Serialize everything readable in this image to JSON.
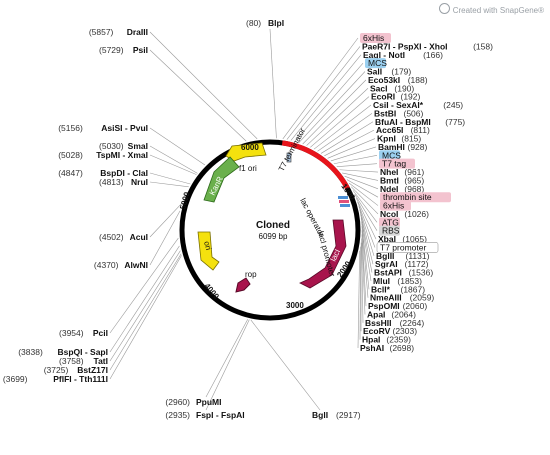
{
  "watermark": "Created with SnapGene®",
  "plasmid": {
    "name": "Cloned",
    "size": "6099 bp"
  },
  "ticks": [
    "1000",
    "2000",
    "3000",
    "4000",
    "5000",
    "6000"
  ],
  "features": {
    "kanr": "KanR",
    "f1ori": "f1 ori",
    "ori": "ori",
    "rop": "rop",
    "laci": "lacI",
    "laci_promoter": "lacI promoter",
    "t7term": "T7 terminator",
    "lac_operator": "lac operator"
  },
  "labels_left": [
    {
      "pos": "(5857)",
      "name": "DraIII"
    },
    {
      "pos": "(5729)",
      "name": "PsiI"
    },
    {
      "pos": "(5156)",
      "name": "AsiSI - PvuI"
    },
    {
      "pos": "(5030)",
      "name": "SmaI"
    },
    {
      "pos": "(5028)",
      "name": "TspMI - XmaI"
    },
    {
      "pos": "(4847)",
      "name": "BspDI - ClaI"
    },
    {
      "pos": "(4813)",
      "name": "NruI"
    },
    {
      "pos": "(4502)",
      "name": "AcuI"
    },
    {
      "pos": "(4370)",
      "name": "AlwNI"
    },
    {
      "pos": "(3954)",
      "name": "PciI"
    },
    {
      "pos": "(3838)",
      "name": "BspQI - SapI"
    },
    {
      "pos": "(3758)",
      "name": "TatI"
    },
    {
      "pos": "(3725)",
      "name": "BstZ17I"
    },
    {
      "pos": "(3699)",
      "name": "PflFI - Tth111I"
    }
  ],
  "labels_bottom": [
    {
      "pos": "(2960)",
      "name": "PpuMI"
    },
    {
      "pos": "(2935)",
      "name": "FspI - FspAI"
    },
    {
      "pos": "(2917)",
      "name": "BglI"
    }
  ],
  "labels_top": [
    {
      "pos": "(80)",
      "name": "BlpI"
    }
  ],
  "labels_right": [
    {
      "name": "6xHis",
      "pos": "",
      "tag": "pink"
    },
    {
      "name": "PaeR7I - PspXI - XhoI",
      "pos": "(158)"
    },
    {
      "name": "EagI - NotI",
      "pos": "(166)"
    },
    {
      "name": "MCS",
      "pos": "",
      "tag": "blue"
    },
    {
      "name": "SalI",
      "pos": "(179)"
    },
    {
      "name": "Eco53kI",
      "pos": "(188)"
    },
    {
      "name": "SacI",
      "pos": "(190)"
    },
    {
      "name": "EcoRI",
      "pos": "(192)"
    },
    {
      "name": "CsiI - SexAI*",
      "pos": "(245)"
    },
    {
      "name": "BstBI",
      "pos": "(506)"
    },
    {
      "name": "BfuAI - BspMI",
      "pos": "(775)"
    },
    {
      "name": "Acc65I",
      "pos": "(811)"
    },
    {
      "name": "KpnI",
      "pos": "(815)"
    },
    {
      "name": "BamHI",
      "pos": "(928)"
    },
    {
      "name": "MCS",
      "pos": "",
      "tag": "blue"
    },
    {
      "name": "T7 tag",
      "pos": "",
      "tag": "pink"
    },
    {
      "name": "NheI",
      "pos": "(961)"
    },
    {
      "name": "BmtI",
      "pos": "(965)"
    },
    {
      "name": "NdeI",
      "pos": "(968)"
    },
    {
      "name": "thrombin site",
      "pos": "",
      "tag": "pink"
    },
    {
      "name": "6xHis",
      "pos": "",
      "tag": "pink"
    },
    {
      "name": "NcoI",
      "pos": "(1026)"
    },
    {
      "name": "ATG",
      "pos": "",
      "tag": "pink"
    },
    {
      "name": "RBS",
      "pos": "",
      "tag": "grey"
    },
    {
      "name": "XbaI",
      "pos": "(1065)"
    },
    {
      "name": "T7 promoter",
      "pos": "",
      "tag": "white"
    },
    {
      "name": "BglII",
      "pos": "(1131)"
    },
    {
      "name": "SgrAI",
      "pos": "(1172)"
    },
    {
      "name": "BstAPI",
      "pos": "(1536)"
    },
    {
      "name": "MluI",
      "pos": "(1853)"
    },
    {
      "name": "BclI*",
      "pos": "(1867)"
    },
    {
      "name": "NmeAIII",
      "pos": "(2059)"
    },
    {
      "name": "PspOMI",
      "pos": "(2060)"
    },
    {
      "name": "ApaI",
      "pos": "(2064)"
    },
    {
      "name": "BssHII",
      "pos": "(2264)"
    },
    {
      "name": "EcoRV",
      "pos": "(2303)"
    },
    {
      "name": "HpaI",
      "pos": "(2359)"
    },
    {
      "name": "PshAI",
      "pos": "(2698)"
    }
  ]
}
